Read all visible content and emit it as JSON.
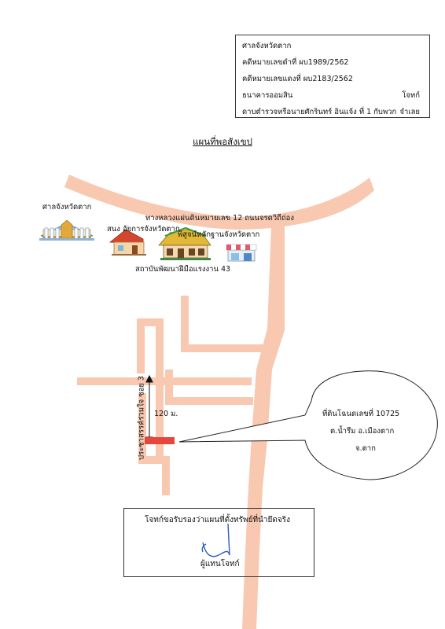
{
  "case_box": {
    "court": "ศาลจังหวัดตาก",
    "black_case": "คดีหมายเลขดำที่ ผบ1989/2562",
    "red_case": "คดีหมายเลขแดงที่ ผบ2183/2562",
    "plaintiff": "ธนาคารออมสิน",
    "plaintiff_role": "โจทก์",
    "defendant": "ดาบตำรวจหรือนายศักรินทร์ อินแจ้ง ที่ 1 กับพวก",
    "defendant_role": "จำเลย"
  },
  "title": "แผนที่พอสังเขป",
  "map": {
    "labels": {
      "court": "ศาลจังหวัดตาก",
      "prosecutor": "สนง อัยการจังหวัดตาก",
      "highway": "ทางหลวงแผ่นดินหมายเลข 12 ถนนจรดวิถีถ่อง",
      "forensic": "พิสูจน์หลักฐานจังหวัดตาก",
      "institute": "สถาบันพัฒนาฝีมือแรงงาน 43",
      "soi": "ประชาสรรค์ร่วมใจ ซอย 3",
      "distance": "120 ม."
    },
    "callout": {
      "line1": "ที่ดินโฉนดเลขที่ 10725",
      "line2": "ต.น้ำรึม อ.เมืองตาก",
      "line3": "จ.ตาก"
    },
    "colors": {
      "road": "#f8c8b0",
      "plot": "#e8453c"
    }
  },
  "certification": {
    "text": "โจทก์ขอรับรองว่าแผนที่ตั้งทรัพย์ที่นำยึดจริง",
    "signer": "ผู้แทนโจทก์"
  }
}
